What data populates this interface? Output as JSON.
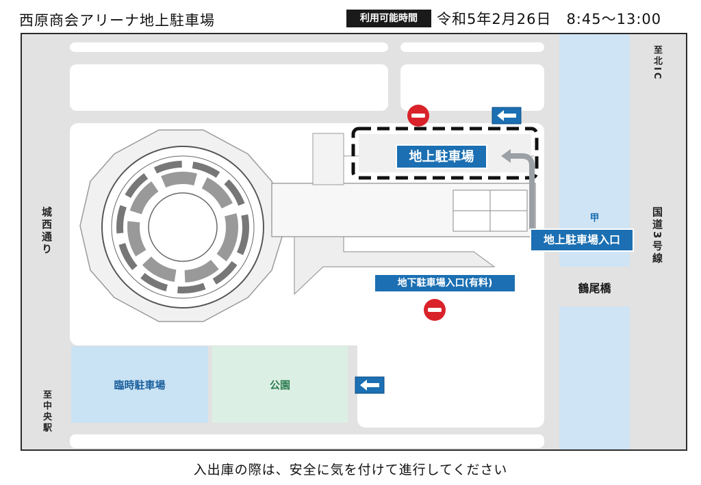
{
  "header": {
    "title": "西原商会アリーナ地上駐車場",
    "badge": "利用可能時間",
    "hours": "令和5年2月26日　8:45〜13:00"
  },
  "map": {
    "labels": {
      "ground_parking": "地上駐車場",
      "ground_entrance": "地上駐車場入口",
      "underground_entrance": "地下駐車場入口(有料)",
      "temp_parking": "臨時駐車場",
      "park": "公園",
      "bridge": "鶴尾橋",
      "gate": "甲",
      "road_west": "城西通り",
      "road_east": "国道3号線",
      "to_north_ic": "至北IC",
      "to_station": "至中央駅"
    },
    "colors": {
      "road": "#e2e2e2",
      "block": "#ffffff",
      "river": "#cfe4f5",
      "temp_parking": "#c9e2f4",
      "park": "#dcefe4",
      "accent": "#1b6fb2",
      "no_entry": "#d9222a"
    },
    "icons": [
      "no-entry-icon",
      "left-arrow-icon",
      "turn-arrow-icon"
    ]
  },
  "footer": {
    "notice": "入出庫の際は、安全に気を付けて進行してください"
  }
}
